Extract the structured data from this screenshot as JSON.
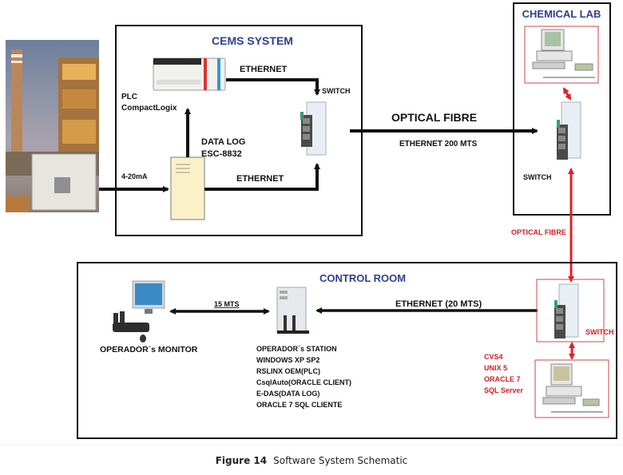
{
  "colors": {
    "frame": "#111111",
    "title_blue": "#2e3f8f",
    "red": "#e0202a",
    "red_text": "#d0202a",
    "arrow": "#111111"
  },
  "cems": {
    "title": "CEMS SYSTEM",
    "plc_label_line1": "PLC",
    "plc_label_line2": "CompactLogix",
    "ethernet_top": "ETHERNET",
    "switch_label": "SWITCH",
    "datalog_line1": "DATA LOG",
    "datalog_line2": "ESC-8832",
    "ethernet_bottom": "ETHERNET",
    "signal_label": "4-20mA"
  },
  "link": {
    "optical_fibre": "OPTICAL FIBRE",
    "ethernet_distance": "ETHERNET 200 MTS",
    "red_optical_fibre": "OPTICAL FIBRE"
  },
  "chemical_lab": {
    "title": "CHEMICAL LAB",
    "switch_label": "SWITCH"
  },
  "control_room": {
    "title": "CONTROL ROOM",
    "monitor_label": "OPERADOR´s MONITOR",
    "monitor_link": "15 MTS",
    "ethernet_link": "ETHERNET (20 MTS)",
    "switch_label": "SWITCH",
    "station_lines": [
      "OPERADOR´s STATION",
      "WINDOWS XP SP2",
      "RSLINX OEM(PLC)",
      "CsqlAuto(ORACLE CLIENT)",
      "E-DAS(DATA LOG)",
      "ORACLE 7 SQL CLIENTE"
    ],
    "server_lines": [
      "CVS4",
      "UNIX 5",
      "ORACLE 7",
      "SQL Server"
    ]
  },
  "caption": {
    "figure": "Figure 14",
    "text": "Software System Schematic"
  }
}
